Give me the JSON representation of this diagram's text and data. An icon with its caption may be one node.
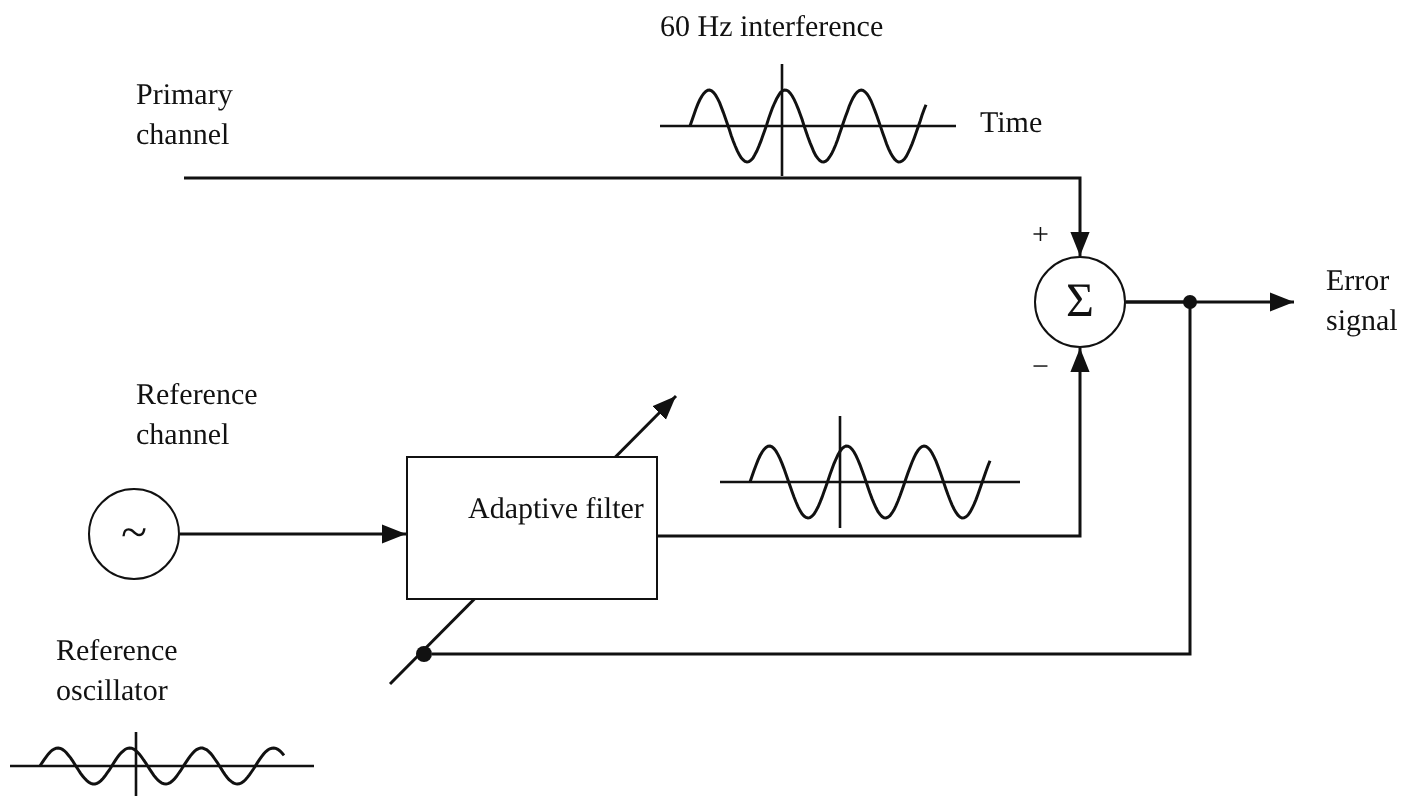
{
  "diagram": {
    "nodes": [
      {
        "text": [
          "Primary channel"
        ]
      },
      {
        "text": [
          "Σ"
        ]
      },
      {
        "text": [
          "Error signal"
        ]
      },
      {
        "text": [
          "~"
        ],
        "beside": [
          "Reference channel"
        ]
      },
      {
        "text": [
          "Adaptive filter"
        ]
      },
      {
        "text": [],
        "shape": "circle"
      }
    ],
    "edges": [
      {
        "from": 0,
        "to": 1,
        "arrow": "to"
      },
      {
        "from": 3,
        "to": 4,
        "arrow": "to"
      },
      {
        "from": 4,
        "to": 1,
        "arrow": "to"
      },
      {
        "from": 1,
        "to": 2,
        "arrow": "to"
      },
      {
        "from": 1,
        "to": 5,
        "arrow": "none"
      }
    ],
    "labels": [
      "60 Hz interference",
      "Time",
      "+",
      "−",
      "Reference oscillator"
    ]
  }
}
